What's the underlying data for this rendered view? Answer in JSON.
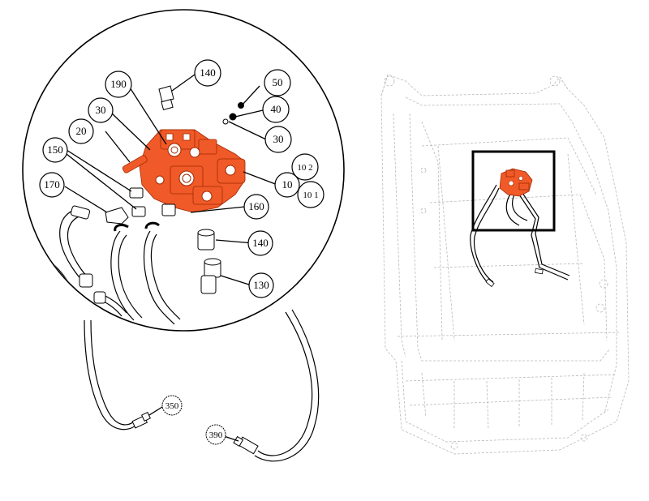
{
  "accent": "#f05a28",
  "callouts": {
    "c140a": "140",
    "c190": "190",
    "c50": "50",
    "c30a": "30",
    "c40": "40",
    "c20": "20",
    "c30b": "30",
    "c150": "150",
    "c102": "10 2",
    "c10": "10",
    "c101": "10 1",
    "c170": "170",
    "c160": "160",
    "c140b": "140",
    "c130": "130",
    "c350": "350",
    "c390": "390"
  }
}
